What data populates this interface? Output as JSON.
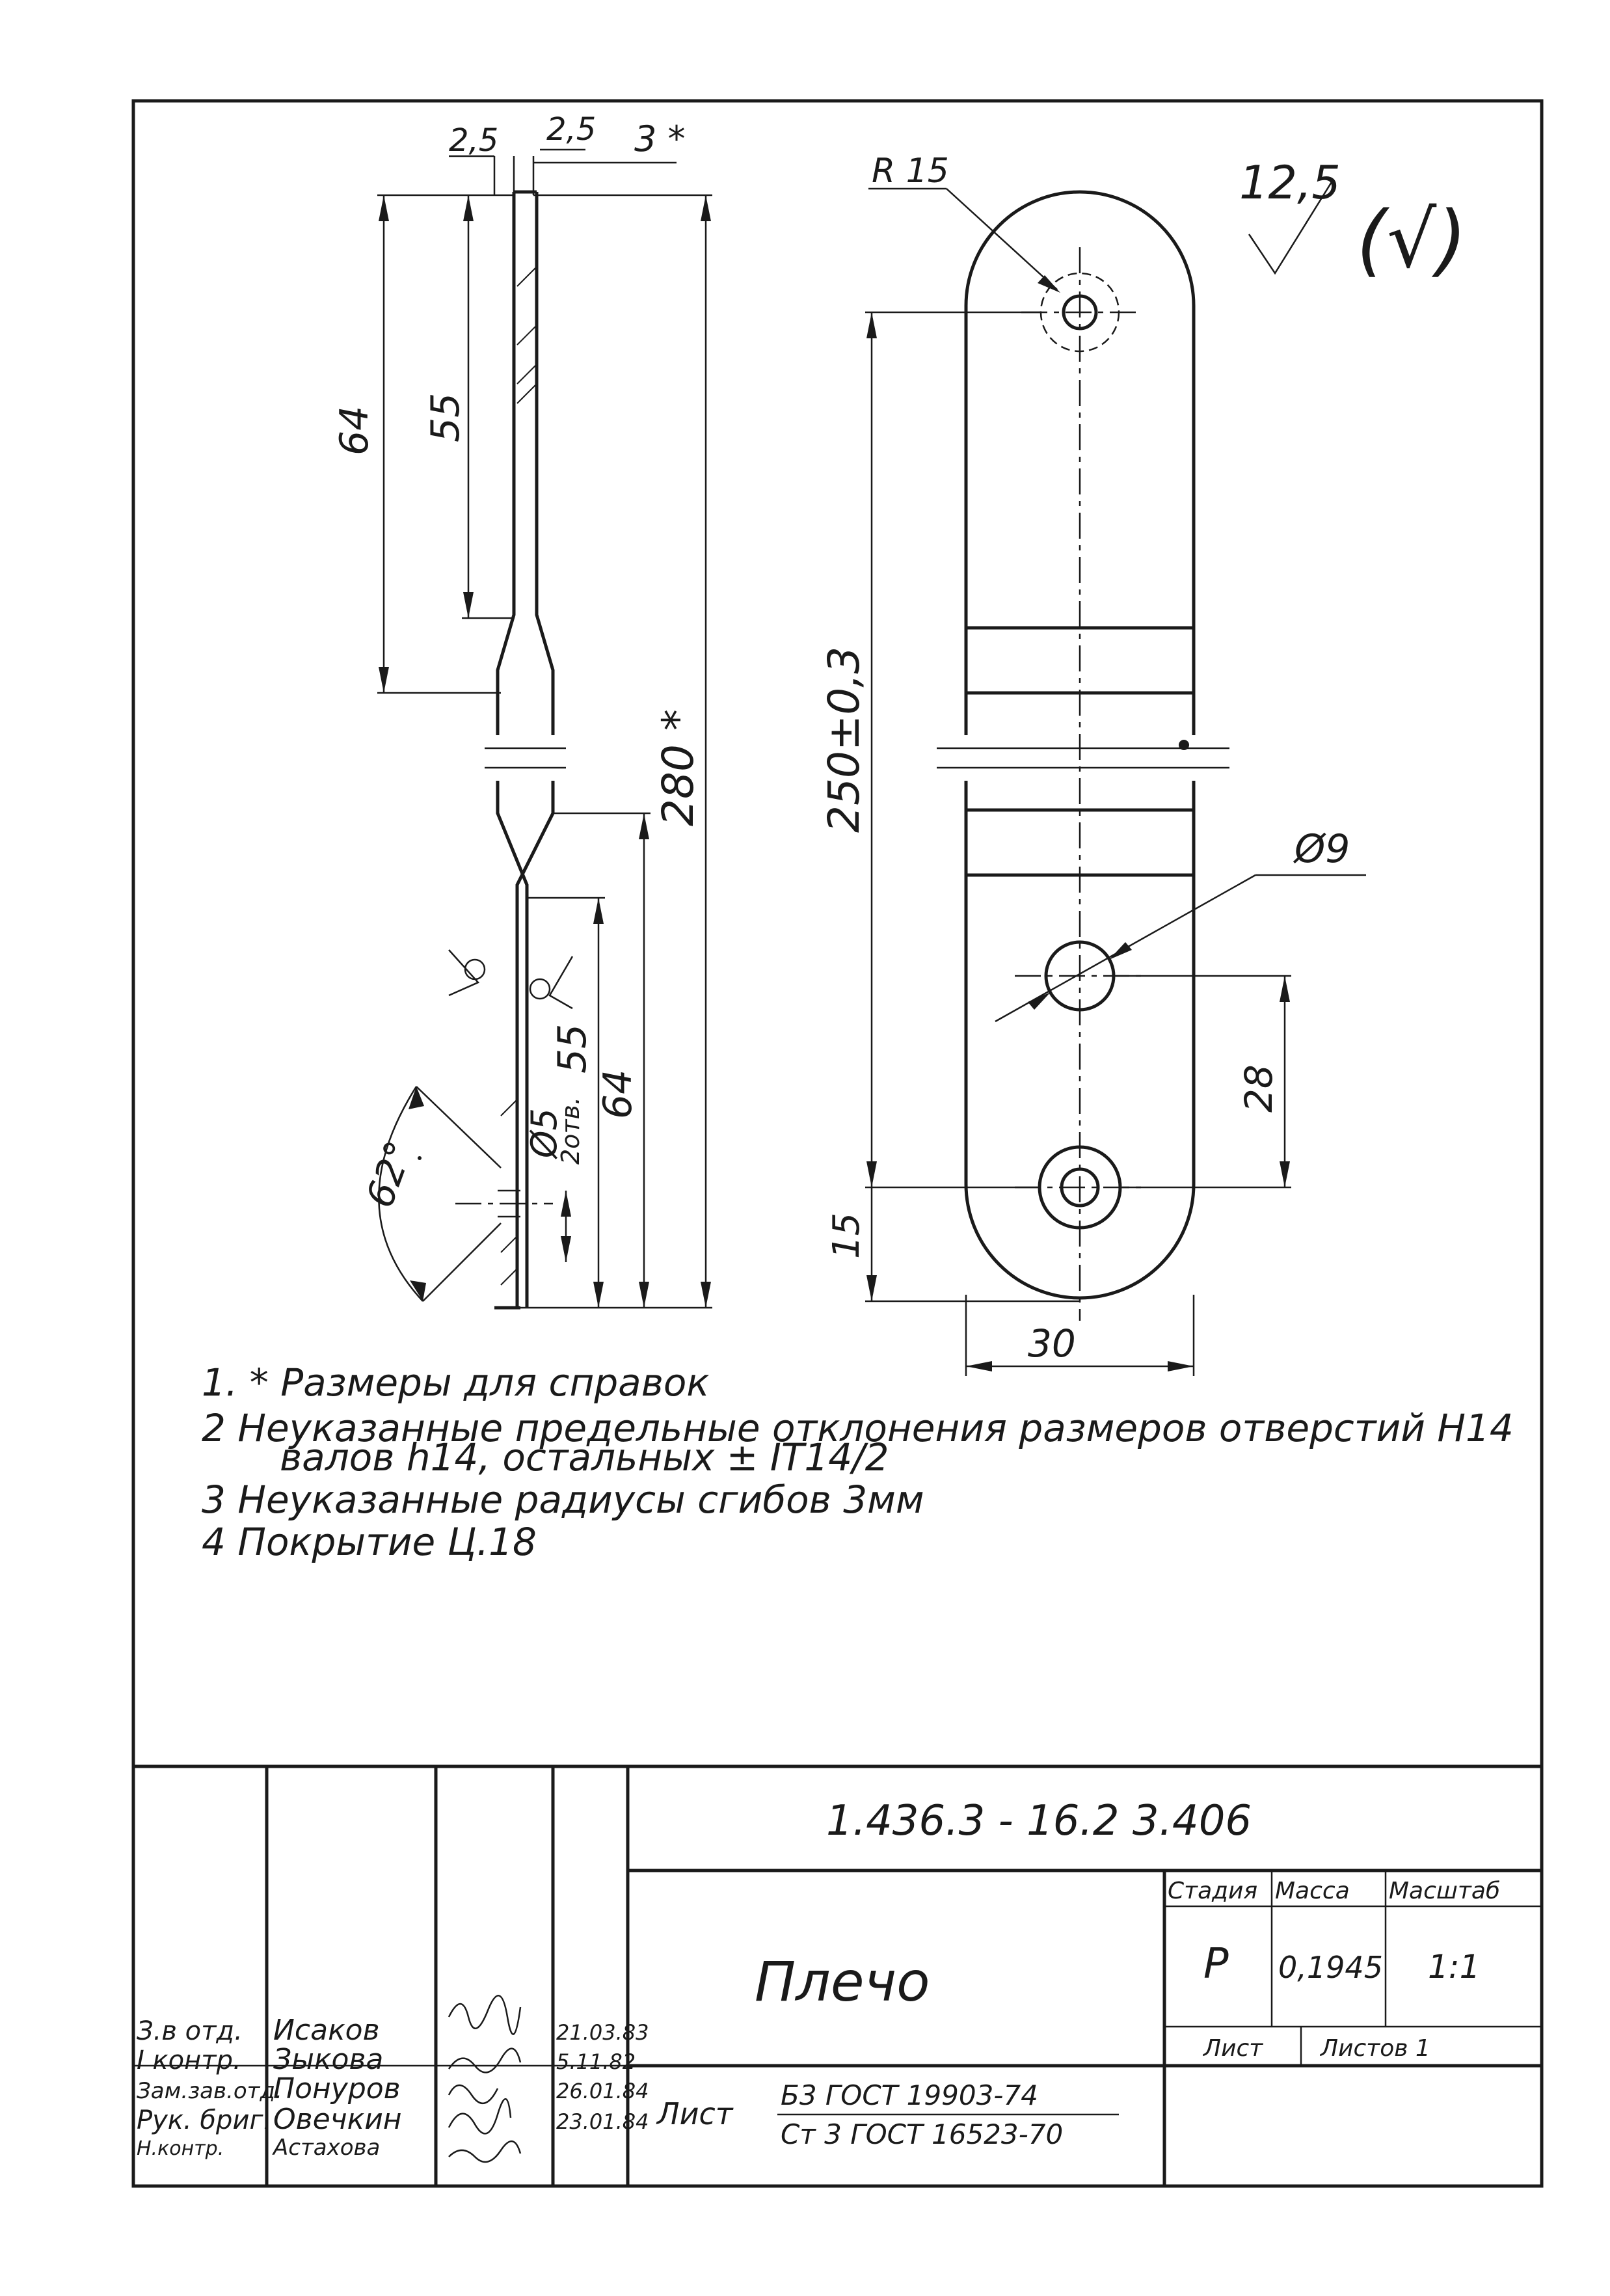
{
  "drawing_number": "1.436.3 - 16.2   3.406",
  "part_name": "Плечо",
  "roughness": {
    "general": "12,5",
    "other": "(√)"
  },
  "dimensions": {
    "t1": "2,5",
    "t2": "2,5",
    "t3": "3 *",
    "side_top_64": "64",
    "side_top_55": "55",
    "overall_280": "280 *",
    "side_bot_55": "55",
    "side_bot_64": "64",
    "hole_d5": "Ø5",
    "holes_2": "2отв.",
    "angle": "62°",
    "radius": "R 15",
    "length_250": "250±0,3",
    "hole_d9": "Ø9",
    "dim_28": "28",
    "dim_15": "15",
    "width_30": "30"
  },
  "notes": [
    "1. * Размеры для  справок",
    "2  Неуказанные  предельные  отклонения размеров отверстий Н14",
    "валов h14,  остальных  ± IT14/2",
    "3  Неуказанные  радиусы  сгибов  3мм",
    "4  Покрытие  Ц.18"
  ],
  "title_block": {
    "roles": [
      "З.в отд.",
      "Ι контр.",
      "Зам.зав.отд.",
      "Рук. бриг.",
      "Н.контр."
    ],
    "names": [
      "Исаков",
      "Зыкова",
      "Понуров",
      "Овечкин",
      "Астахова"
    ],
    "dates": [
      "21.03.83",
      "5.11.82",
      "26.01.84",
      "23.01.84",
      ""
    ],
    "stage_header": "Стадия",
    "mass_header": "Масса",
    "scale_header": "Масштаб",
    "stage": "Р",
    "mass": "0,1945",
    "scale": "1:1",
    "sheet_label": "Лист",
    "sheets_label": "Листов 1",
    "sheet_cell_label": "Лист",
    "material_top": "Б3  ГОСТ  19903-74",
    "material_bottom": "Ст 3  ГОСТ 16523-70"
  }
}
